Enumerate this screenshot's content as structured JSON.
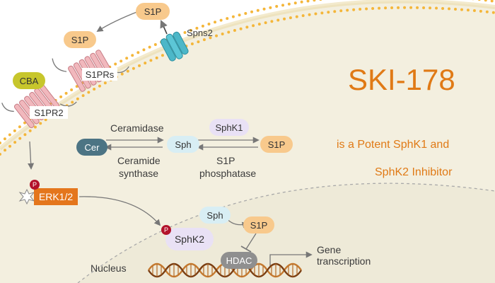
{
  "title": "SKI-178",
  "subtitle_line1": "is a Potent SphK1 and",
  "subtitle_line2": "SphK2 Inhibitor",
  "colors": {
    "accent": "#e07a16",
    "cytoplasm": "#f3efdf",
    "membrane_dot": "#f4b63a",
    "receptor": "#f1b8bd",
    "s1p_pill": "#f8c98c",
    "sph_pill": "#d8eef4",
    "sphk_pill": "#e9e1f5",
    "cer_pill": "#4c7484",
    "cba_pill": "#c7c62c",
    "erk_box": "#e4761c",
    "hdac_pill": "#8f8f8f",
    "spns2": "#4cb7c8",
    "phospho": "#b3122b",
    "dna": "#c4792f"
  },
  "icons": {
    "transporter": "spns2-channel-icon",
    "receptor": "seven-helix-receptor-icon",
    "phosphate": "phosphate-p-icon",
    "dna": "dna-helix-icon"
  },
  "labels": {
    "s1p_top": "S1P",
    "spns2": "Spns2",
    "s1p_left": "S1P",
    "s1prs": "S1PRs",
    "cba": "CBA",
    "s1pr2": "S1PR2",
    "ceramidase": "Ceramidase",
    "cer": "Cer",
    "sph_mid": "Sph",
    "sphk1": "SphK1",
    "s1p_mid": "S1P",
    "ceramide_synthase_1": "Ceramide",
    "ceramide_synthase_2": "synthase",
    "s1p_phosphatase_1": "S1P",
    "s1p_phosphatase_2": "phosphatase",
    "erk": "ERK1/2",
    "phospho_p": "P",
    "sph_nuc": "Sph",
    "s1p_nuc": "S1P",
    "sphk2": "SphK2",
    "hdac": "HDAC",
    "gene_1": "Gene",
    "gene_2": "transcription",
    "nucleus": "Nucleus"
  }
}
